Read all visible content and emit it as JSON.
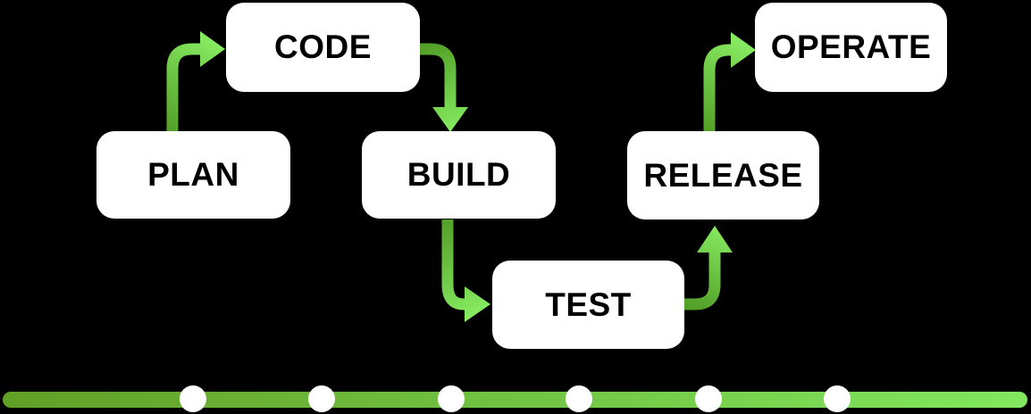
{
  "diagram": {
    "type": "flow",
    "stages": [
      {
        "id": "plan",
        "label": "PLAN"
      },
      {
        "id": "code",
        "label": "CODE"
      },
      {
        "id": "build",
        "label": "BUILD"
      },
      {
        "id": "test",
        "label": "TEST"
      },
      {
        "id": "release",
        "label": "RELEASE"
      },
      {
        "id": "operate",
        "label": "OPERATE"
      }
    ],
    "connections": [
      {
        "from": "PLAN",
        "to": "CODE"
      },
      {
        "from": "CODE",
        "to": "BUILD"
      },
      {
        "from": "BUILD",
        "to": "TEST"
      },
      {
        "from": "TEST",
        "to": "RELEASE"
      },
      {
        "from": "RELEASE",
        "to": "OPERATE"
      }
    ],
    "timeline": {
      "dot_count": 6
    },
    "colors": {
      "background": "#000000",
      "box_fill": "#ffffff",
      "box_text": "#000000",
      "arrow_gradient_start": "#53a028",
      "arrow_gradient_end": "#86ea60",
      "timeline_gradient_start": "#619f27",
      "timeline_gradient_end": "#82e75f",
      "timeline_dot": "#ffffff"
    }
  }
}
